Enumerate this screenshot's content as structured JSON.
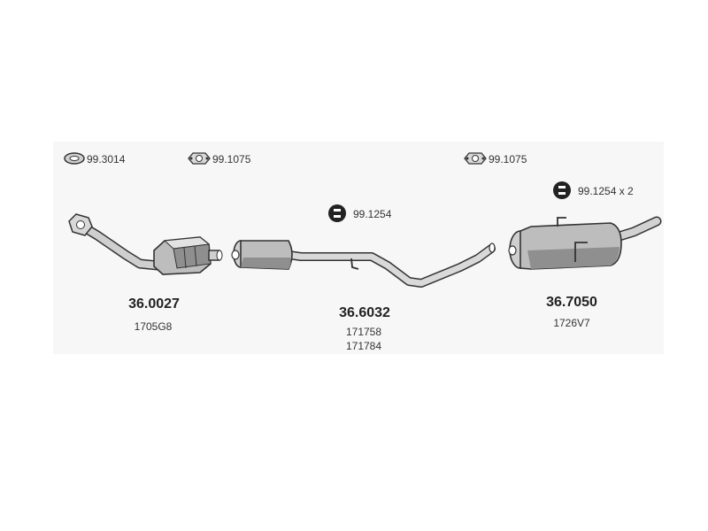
{
  "accessories": [
    {
      "code": "99.3014",
      "icon": "ring-gasket-icon"
    },
    {
      "code": "99.1075",
      "icon": "flange-gasket-icon"
    },
    {
      "code": "99.1254",
      "icon": "rubber-mount-icon"
    },
    {
      "code": "99.1075",
      "icon": "flange-gasket-icon"
    },
    {
      "code": "99.1254 x 2",
      "icon": "rubber-mount-icon"
    }
  ],
  "parts": [
    {
      "number": "36.0027",
      "refs": [
        "1705G8"
      ],
      "name": "catalytic-converter"
    },
    {
      "number": "36.6032",
      "refs": [
        "171758",
        "171784"
      ],
      "name": "middle-silencer-pipe"
    },
    {
      "number": "36.7050",
      "refs": [
        "1726V7"
      ],
      "name": "rear-silencer"
    }
  ],
  "colors": {
    "outline": "#333333",
    "metal": "#b8b8b8",
    "metal_dark": "#7d7d7d",
    "mount": "#222222"
  }
}
